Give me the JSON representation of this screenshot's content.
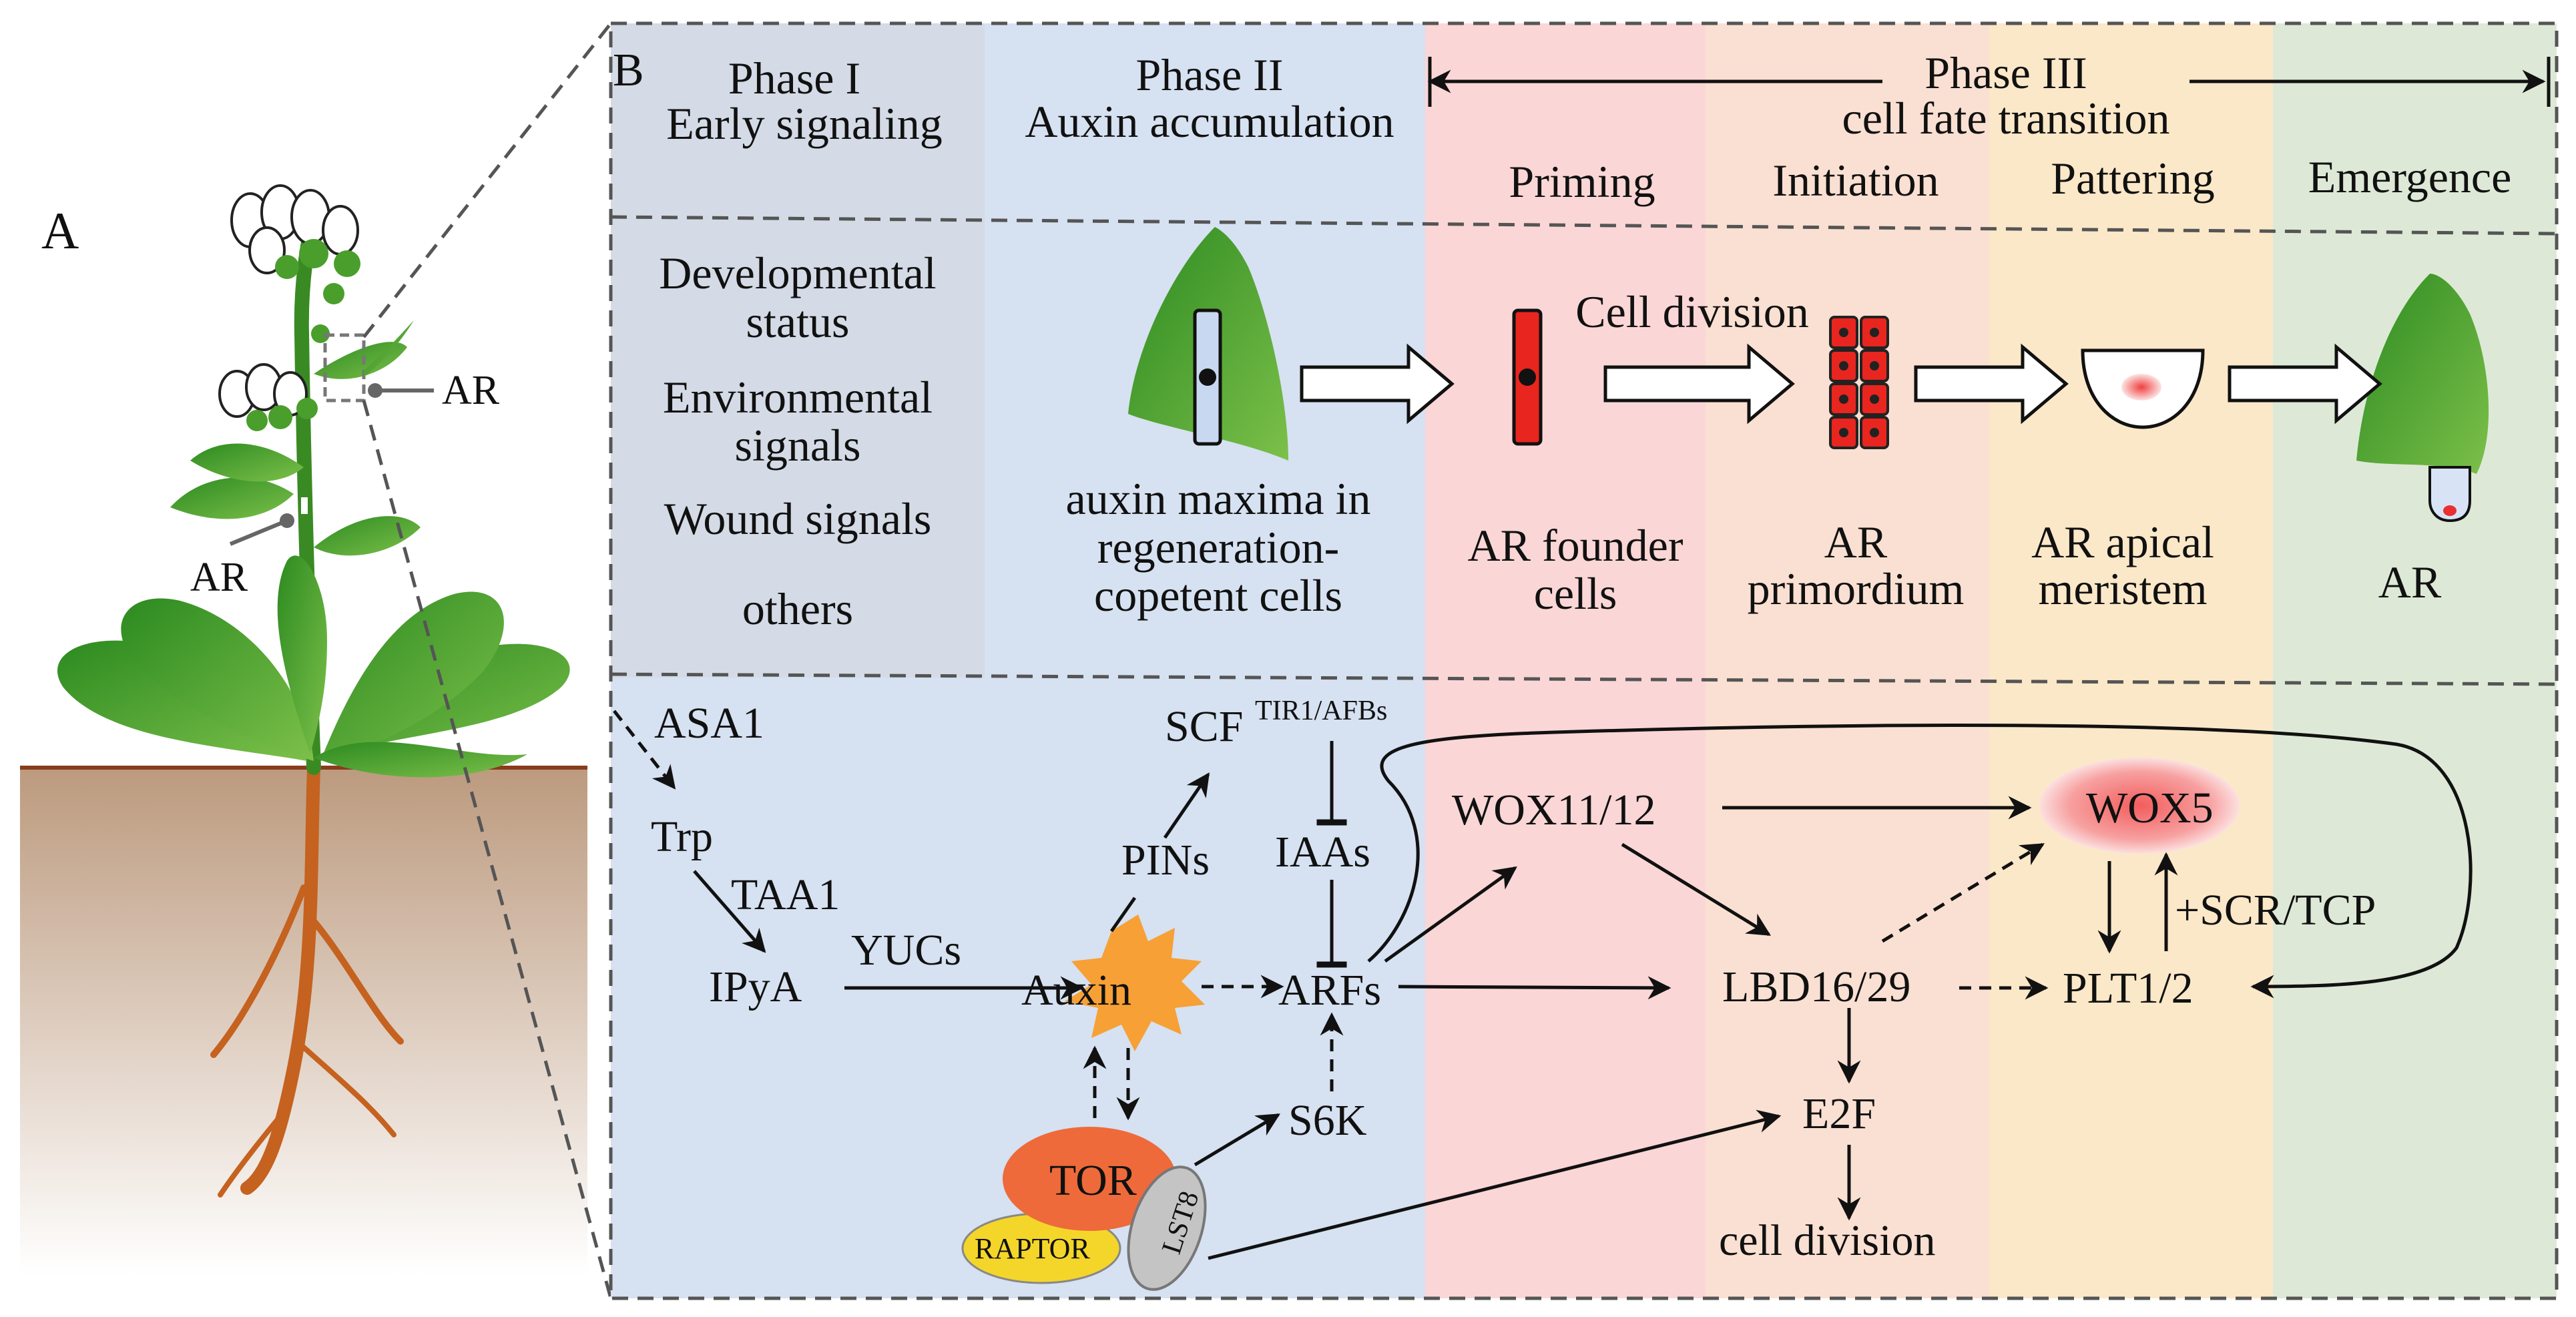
{
  "panel_a": {
    "label": "A",
    "ar_upper": "AR",
    "ar_lower": "AR"
  },
  "panel_b": {
    "label": "B",
    "phases": {
      "phase1_title": "Phase I",
      "phase1_sub": "Early signaling",
      "phase2_title": "Phase II",
      "phase2_sub": "Auxin accumulation",
      "phase3_title": "Phase III",
      "phase3_sub": "cell fate transition",
      "stage_priming": "Priming",
      "stage_initiation": "Initiation",
      "stage_pattering": "Pattering",
      "stage_emergence": "Emergence"
    },
    "signals": {
      "s1a": "Developmental",
      "s1b": "status",
      "s2a": "Environmental",
      "s2b": "signals",
      "s3": "Wound signals",
      "s4": "others"
    },
    "stages": {
      "auxin_maxima_1": "auxin maxima in",
      "auxin_maxima_2": "regeneration-",
      "auxin_maxima_3": "copetent cells",
      "cell_division_label": "Cell division",
      "founder_1": "AR founder",
      "founder_2": "cells",
      "primordium_1": "AR",
      "primordium_2": "primordium",
      "meristem_1": "AR apical",
      "meristem_2": "meristem",
      "ar": "AR"
    },
    "network": {
      "asa1": "ASA1",
      "trp": "Trp",
      "taa1": "TAA1",
      "ipya": "IPyA",
      "yucs": "YUCs",
      "auxin": "Auxin",
      "pins": "PINs",
      "scf": "SCF",
      "scf_sup": "TIR1/AFBs",
      "iaas": "IAAs",
      "arfs": "ARFs",
      "s6k": "S6K",
      "tor": "TOR",
      "raptor": "RAPTOR",
      "lst8": "LST8",
      "wox1112": "WOX11/12",
      "wox5": "WOX5",
      "lbd": "LBD16/29",
      "plt": "PLT1/2",
      "scr_tcp": "+SCR/TCP",
      "e2f": "E2F",
      "cell_division": "cell division"
    }
  },
  "colors": {
    "phase1_bg": "#d4dbe6",
    "phase2_bg": "#d6e1f1",
    "priming_bg": "#fbd6d6",
    "initiation_bg": "#fae0d2",
    "pattering_bg": "#fbe8c8",
    "emergence_bg": "#dde9d6",
    "founder_red": "#e8251f",
    "tor_orange": "#ee6a3a",
    "raptor_yellow": "#f4d62a",
    "auxin_star": "#f7a035",
    "leaf_green": "#3c9a2a",
    "root_brown": "#c5621f"
  }
}
